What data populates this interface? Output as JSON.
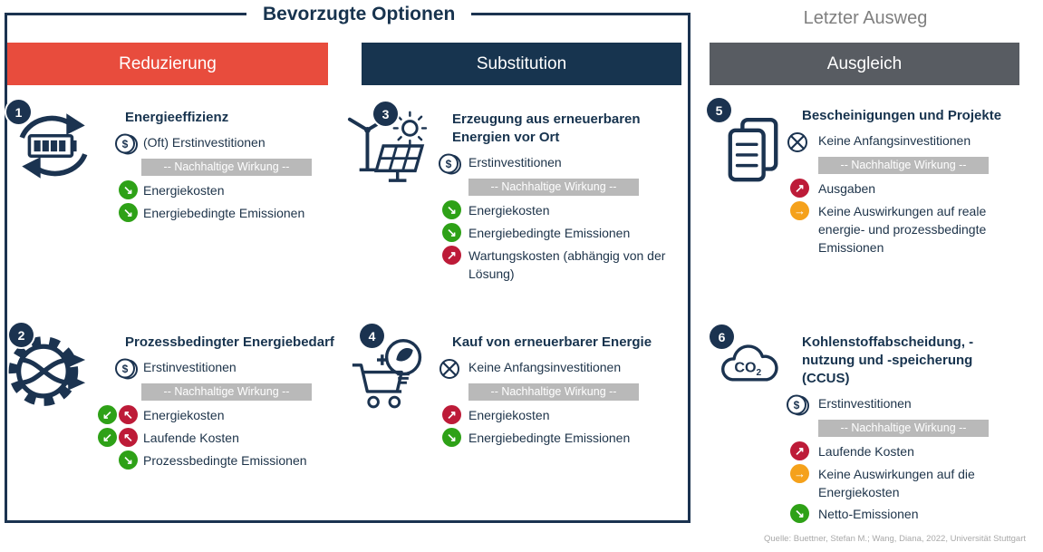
{
  "titles": {
    "preferred_options": "Bevorzugte Optionen",
    "last_resort": "Letzter Ausweg"
  },
  "column_headers": [
    {
      "label": "Reduzierung",
      "color": "#e84c3d"
    },
    {
      "label": "Substitution",
      "color": "#17344f"
    },
    {
      "label": "Ausgleich",
      "color": "#585c62"
    }
  ],
  "glyphs": {
    "dollar": "$",
    "arrow_down_right": "↘",
    "arrow_down_left": "↙",
    "arrow_up_right": "↗",
    "arrow_up_left": "↖",
    "arrow_right": "→",
    "co2_main": "CO",
    "co2_sub": "2"
  },
  "colors": {
    "navy": "#1b3350",
    "green": "#2ea117",
    "red": "#bd1b38",
    "orange": "#f5a11b",
    "bar_gray": "#b9b9b9"
  },
  "items": [
    {
      "number": "1",
      "icon": "battery-recycle-icon",
      "title": "Energieeffizienz",
      "rows": [
        {
          "icons": [
            "coin-icon"
          ],
          "text": "(Oft) Erstinvestitionen"
        },
        {
          "icons": [
            "sustainability-bar"
          ],
          "text": "-- Nachhaltige Wirkung --"
        },
        {
          "icons": [
            "arrow-down-green"
          ],
          "text": "Energiekosten"
        },
        {
          "icons": [
            "arrow-down-green"
          ],
          "text": "Energiebedingte Emissionen"
        }
      ]
    },
    {
      "number": "2",
      "icon": "gear-arrows-icon",
      "title": "Prozessbedingter Energiebedarf",
      "rows": [
        {
          "icons": [
            "coin-icon"
          ],
          "text": "Erstinvestitionen"
        },
        {
          "icons": [
            "sustainability-bar"
          ],
          "text": "-- Nachhaltige Wirkung --"
        },
        {
          "icons": [
            "arrow-down-green",
            "arrow-up-red"
          ],
          "text": "Energiekosten"
        },
        {
          "icons": [
            "arrow-down-green",
            "arrow-up-red"
          ],
          "text": "Laufende Kosten"
        },
        {
          "icons": [
            "arrow-down-green"
          ],
          "text": "Prozessbedingte Emissionen"
        }
      ]
    },
    {
      "number": "3",
      "icon": "wind-solar-icon",
      "title": "Erzeugung aus erneuerbaren Energien vor Ort",
      "rows": [
        {
          "icons": [
            "coin-icon"
          ],
          "text": "Erstinvestitionen"
        },
        {
          "icons": [
            "sustainability-bar"
          ],
          "text": "-- Nachhaltige Wirkung --"
        },
        {
          "icons": [
            "arrow-down-green"
          ],
          "text": "Energiekosten"
        },
        {
          "icons": [
            "arrow-down-green"
          ],
          "text": "Energiebedingte Emissionen"
        },
        {
          "icons": [
            "arrow-up-red"
          ],
          "text": "Wartungskosten (abhängig von der Lösung)"
        }
      ]
    },
    {
      "number": "4",
      "icon": "cart-bulb-icon",
      "title": "Kauf von erneuerbarer Energie",
      "rows": [
        {
          "icons": [
            "coin-crossed-icon"
          ],
          "text": "Keine Anfangsinvestitionen"
        },
        {
          "icons": [
            "sustainability-bar"
          ],
          "text": "-- Nachhaltige Wirkung --"
        },
        {
          "icons": [
            "arrow-up-red"
          ],
          "text": "Energiekosten"
        },
        {
          "icons": [
            "arrow-down-green"
          ],
          "text": "Energiebedingte Emissionen"
        }
      ]
    },
    {
      "number": "5",
      "icon": "documents-icon",
      "title": "Bescheinigungen und Projekte",
      "rows": [
        {
          "icons": [
            "coin-crossed-icon"
          ],
          "text": "Keine Anfangsinvestitionen"
        },
        {
          "icons": [
            "sustainability-bar"
          ],
          "text": "-- Nachhaltige Wirkung --"
        },
        {
          "icons": [
            "arrow-up-red"
          ],
          "text": "Ausgaben"
        },
        {
          "icons": [
            "arrow-right-orange"
          ],
          "text": "Keine Auswirkungen auf reale energie- und prozessbedingte Emissionen"
        }
      ]
    },
    {
      "number": "6",
      "icon": "co2-cloud-icon",
      "title": "Kohlenstoffabscheidung, -nutzung und -speicherung (CCUS)",
      "rows": [
        {
          "icons": [
            "coin-icon"
          ],
          "text": "Erstinvestitionen"
        },
        {
          "icons": [
            "sustainability-bar"
          ],
          "text": "-- Nachhaltige Wirkung --"
        },
        {
          "icons": [
            "arrow-up-red"
          ],
          "text": "Laufende Kosten"
        },
        {
          "icons": [
            "arrow-right-orange"
          ],
          "text": "Keine Auswirkungen auf die Energiekosten"
        },
        {
          "icons": [
            "arrow-down-green"
          ],
          "text": "Netto-Emissionen"
        }
      ]
    }
  ],
  "source": "Quelle: Buettner, Stefan M.; Wang, Diana, 2022, Universität Stuttgart"
}
